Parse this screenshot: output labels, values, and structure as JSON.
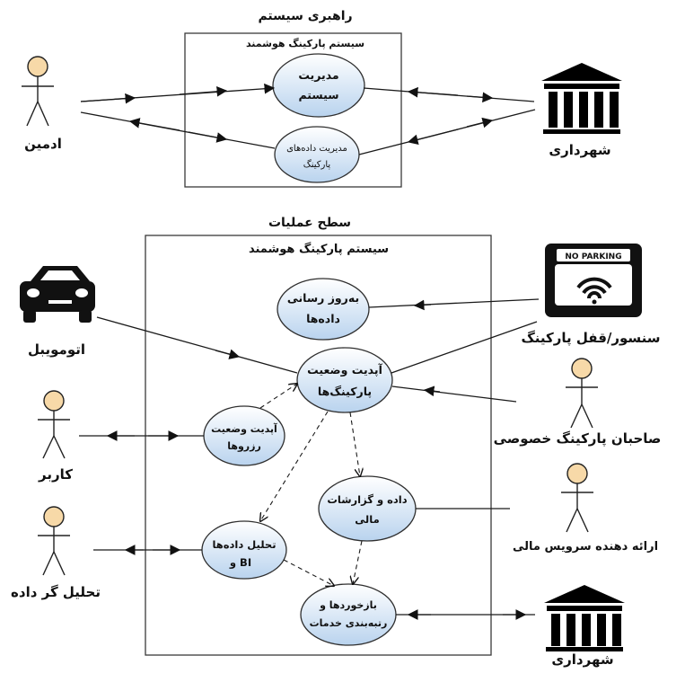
{
  "sections": {
    "top_title": "راهبری سیستم",
    "top_system": "سیستم پارکینگ هوشمند",
    "bottom_title": "سطح عملیات",
    "bottom_system": "سیستم پارکینگ هوشمند"
  },
  "use_cases": {
    "system_management": [
      "مدیریت",
      "سیستم"
    ],
    "parking_data_management": [
      "مدیریت داده‌های",
      "پارکینگ"
    ],
    "data_update": [
      "به‌روز رسانی",
      "داده‌ها"
    ],
    "parking_status_update": [
      "آپدیت وضعیت",
      "پارکینگ‌ها"
    ],
    "reservation_status_update": [
      "آپدیت وضعیت",
      "رزروها"
    ],
    "financial_data_reports": [
      "داده و گزارشات",
      "مالی"
    ],
    "data_analysis_bi": [
      "تحلیل داده‌ها",
      "و BI"
    ],
    "feedback_ranking": [
      "بازخوردها و",
      "رتبه‌بندی خدمات"
    ]
  },
  "actors": {
    "admin": "ادمین",
    "municipality_top": "شهرداری",
    "car": "اتومویبل",
    "user": "کاربر",
    "data_analyst": "تحلیل گر داده",
    "sensor_lock": "سنسور/قفل پارکینگ",
    "private_owner": "صاحبان پارکینگ خصوصی",
    "financial_provider": "ارائه دهنده سرویس مالی",
    "municipality_bottom": "شهرداری"
  },
  "sensor_sign_text": "NO PARKING",
  "icons": {
    "municipality": "building-columns-icon",
    "car": "car-icon",
    "sensor": "parking-sensor-icon",
    "actor": "stick-figure-icon"
  },
  "colors": {
    "use_case_fill_top": "#ffffff",
    "use_case_fill_bottom": "#b9d3ee",
    "system_box_border": "#3a3a3a",
    "actor_head": "#f7d9a8"
  }
}
